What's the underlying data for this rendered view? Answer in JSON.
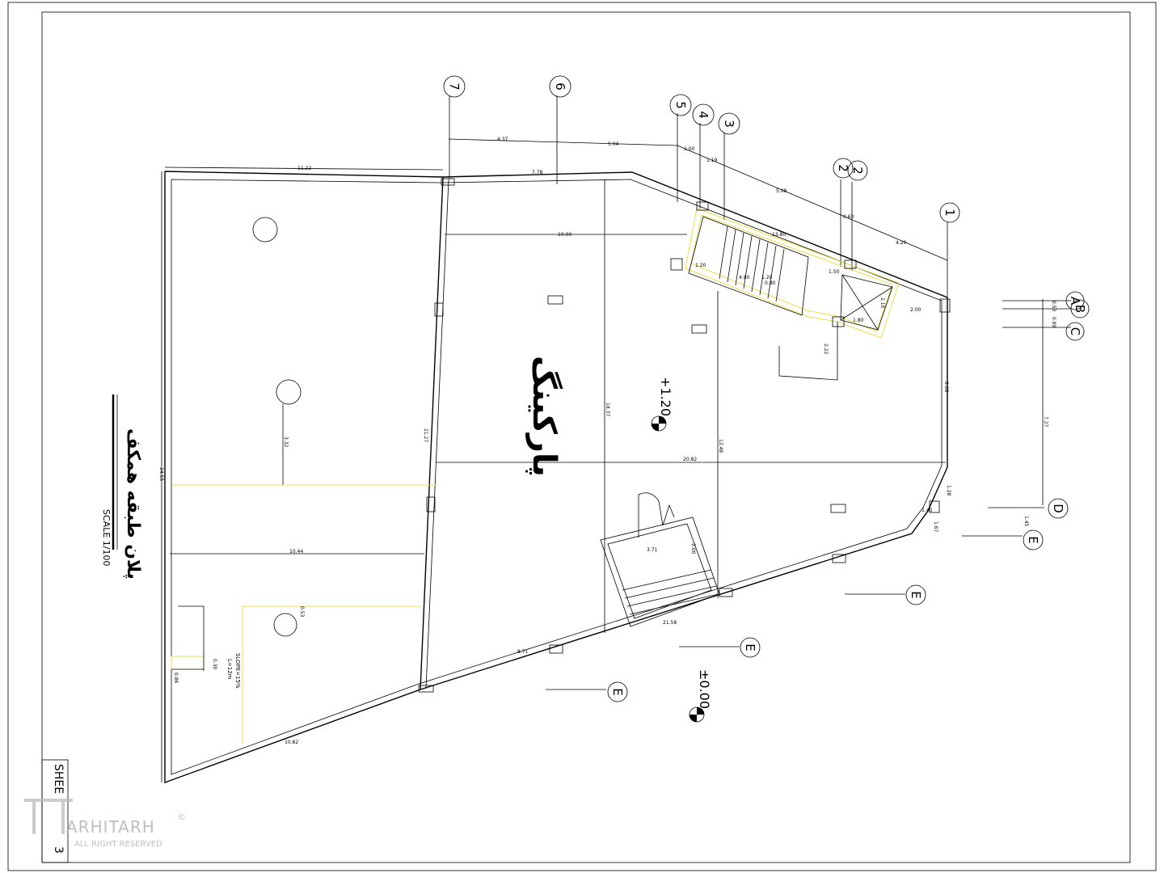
{
  "drawing": {
    "sheet_label": "SHEE",
    "sheet_number": "3",
    "scale_label": "SCALE 1/100",
    "plan_title": "پلان طبقه همکف",
    "room_label": "پارکینگ",
    "level_upper": "+1.20",
    "level_lower": "±0.00",
    "slope_note": "SLOPE=15%",
    "slope_note_2": "L=12m",
    "watermark": "ARHITARH",
    "watermark_sub": "ALL RIGHT RESERVED",
    "watermark_mark": "©"
  },
  "grid_bubbles": {
    "top": [
      "7",
      "6",
      "5",
      "4",
      "3",
      "2",
      "2",
      "1"
    ],
    "right": [
      "A",
      "B",
      "C",
      "D",
      "E",
      "E",
      "E",
      "E"
    ]
  },
  "dimensions": [
    "11.22",
    "7.78",
    "4.37",
    "5.04",
    "1.00",
    "1.19",
    "5.08",
    "0.63",
    "4.20",
    "10.00",
    "13.80",
    "1.50",
    "2.00",
    "1.80",
    "1.20",
    "4.80",
    "0.80",
    "2.22",
    "18.37",
    "12.48",
    "20.82",
    "21.27",
    "24.55",
    "10.44",
    "3.32",
    "8.08",
    "7.27",
    "1.28",
    "1.40",
    "1.67",
    "1.45",
    "0.53",
    "0.89",
    "3.71",
    "2.00",
    "21.58",
    "8.71",
    "10.82",
    "0.53",
    "0.30",
    "0.86",
    "2.10",
    "1.20"
  ]
}
